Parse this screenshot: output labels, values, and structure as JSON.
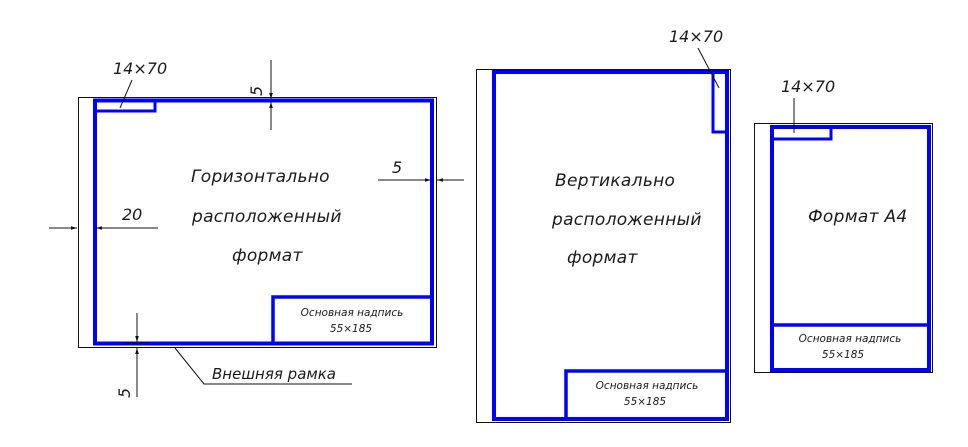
{
  "colors": {
    "inner_frame": "#0000ff",
    "outer_frame": "#111111",
    "text": "#1a1a1a",
    "background": "#ffffff"
  },
  "sheets": [
    {
      "id": "horizontal",
      "title_lines": [
        "Горизонтально",
        "расположенный",
        "формат"
      ],
      "marker_label": "14×70",
      "title_block": {
        "line1": "Основная надпись",
        "line2": "55×185"
      },
      "dimensions": {
        "left_margin": "20",
        "top_margin": "5",
        "right_margin": "5",
        "bottom_margin": "5"
      },
      "callout": "Внешняя рамка"
    },
    {
      "id": "vertical",
      "title_lines": [
        "Вертикально",
        "расположенный",
        "формат"
      ],
      "marker_label": "14×70",
      "title_block": {
        "line1": "Основная надпись",
        "line2": "55×185"
      }
    },
    {
      "id": "a4",
      "title_lines": [
        "Формат А4"
      ],
      "marker_label": "14×70",
      "title_block": {
        "line1": "Основная надпись",
        "line2": "55×185"
      }
    }
  ]
}
